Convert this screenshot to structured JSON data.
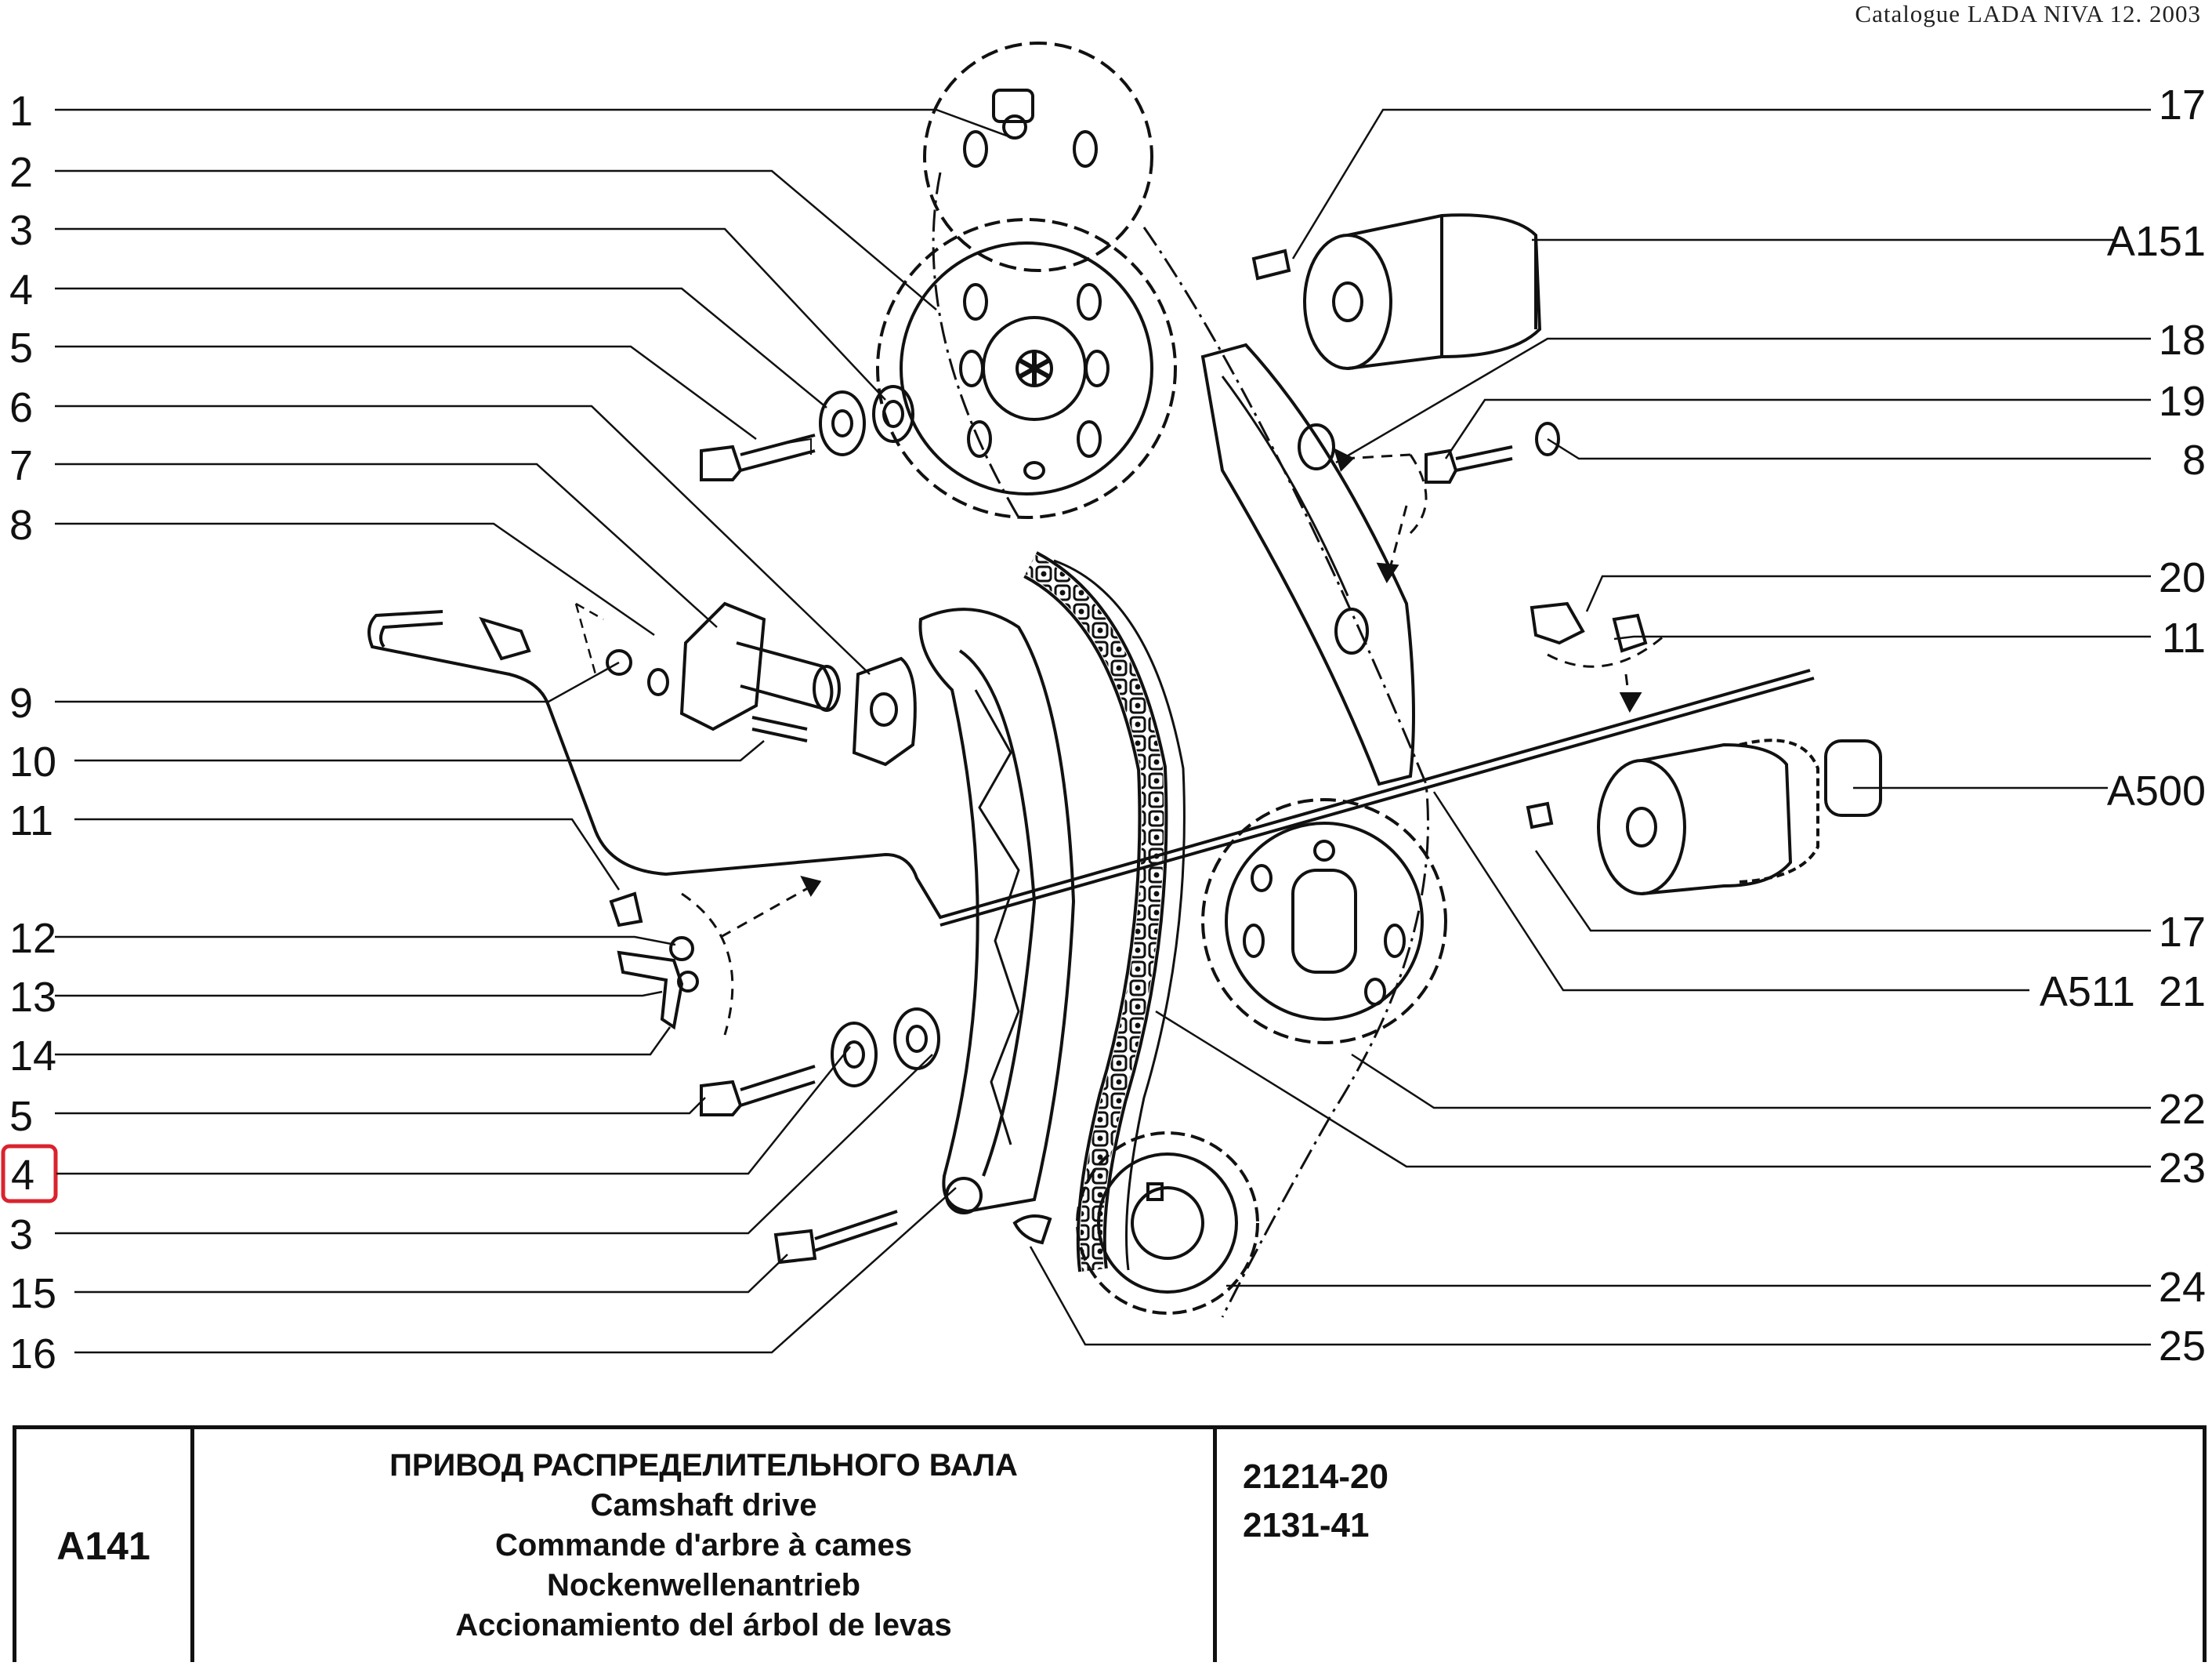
{
  "header": {
    "catalogue": "Catalogue LADA NIVA 12. 2003"
  },
  "callouts": {
    "left": [
      "1",
      "2",
      "3",
      "4",
      "5",
      "6",
      "7",
      "8",
      "9",
      "10",
      "11",
      "12",
      "13",
      "14",
      "5",
      "4",
      "3",
      "15",
      "16"
    ],
    "right": [
      "17",
      "A151",
      "18",
      "19",
      "8",
      "20",
      "11",
      "A500",
      "17",
      "A511  21",
      "22",
      "23",
      "24",
      "25"
    ],
    "highlighted": "4"
  },
  "titleblock": {
    "code": "A141",
    "titles": [
      "ПРИВОД РАСПРЕДЕЛИТЕЛЬНОГО ВАЛА",
      "Camshaft drive",
      "Commande d'arbre à cames",
      "Nockenwellenantrieb",
      "Accionamiento del árbol de levas"
    ],
    "models": [
      "21214-20",
      "2131-41"
    ]
  },
  "colors": {
    "ink": "#111111",
    "highlight": "#d9232e",
    "background": "#ffffff"
  }
}
